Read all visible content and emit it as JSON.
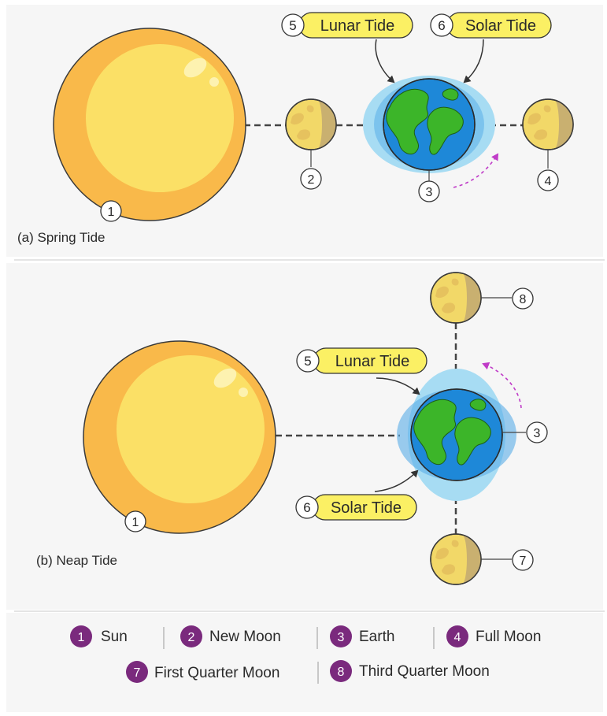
{
  "panels": {
    "spring": {
      "caption": "(a) Spring Tide"
    },
    "neap": {
      "caption": "(b) Neap Tide"
    }
  },
  "callouts": {
    "lunar": {
      "number": "5",
      "label": "Lunar Tide"
    },
    "solar": {
      "number": "6",
      "label": "Solar Tide"
    }
  },
  "markers": {
    "sun": "1",
    "new_moon": "2",
    "earth": "3",
    "full_moon": "4",
    "first_quarter": "7",
    "third_quarter": "8"
  },
  "legend": [
    {
      "number": "1",
      "label": "Sun"
    },
    {
      "number": "2",
      "label": "New Moon"
    },
    {
      "number": "3",
      "label": "Earth"
    },
    {
      "number": "4",
      "label": "Full Moon"
    },
    {
      "number": "7",
      "label": "First Quarter Moon"
    },
    {
      "number": "8",
      "label": "Third Quarter Moon"
    }
  ],
  "colors": {
    "sun": "#f9b94a",
    "sun_core": "#fbe066",
    "ocean": "#1e88d8",
    "land": "#3cb529",
    "tide_bulge": "#a7dcf3",
    "callout_fill": "#fbf064",
    "legend_badge": "#7a2a7d",
    "moon_light": "#f2d868",
    "moon_dark": "#c8b070",
    "orbit_arrow": "#c03cc8"
  }
}
